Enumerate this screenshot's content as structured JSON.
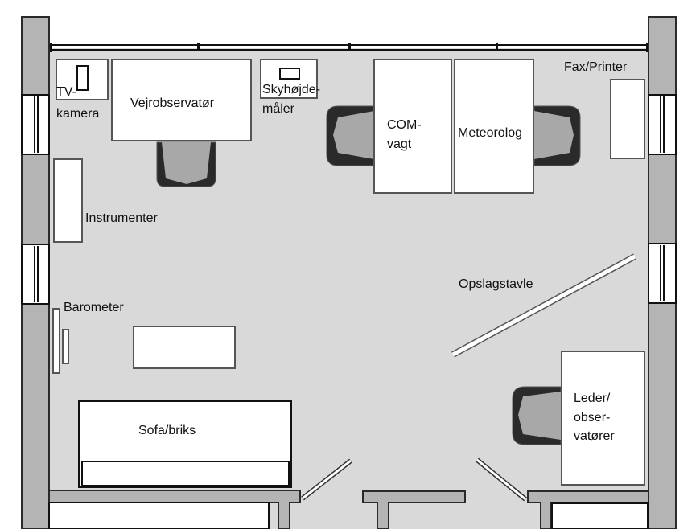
{
  "diagram": {
    "type": "floor-plan",
    "colors": {
      "floor": "#d9d9d9",
      "wall": "#b4b4b4",
      "furniture": "#ffffff",
      "chair_frame": "#2a2a2a",
      "chair_seat": "#a8a8a8",
      "outline": "#2a2a2a"
    },
    "labels": {
      "tv_camera_line1": "TV-",
      "tv_camera_line2": "kamera",
      "road_observer": "Vejrobservatør",
      "ceilometer_line1": "Skyhøjde-",
      "ceilometer_line2": "måler",
      "com_line1": "COM-",
      "com_line2": "vagt",
      "meteorologist": "Meteorolog",
      "fax_printer": "Fax/Printer",
      "instruments": "Instrumenter",
      "barometer": "Barometer",
      "notice_board": "Opslagstavle",
      "sofa": "Sofa/briks",
      "leader_line1": "Leder/",
      "leader_line2": "obser-",
      "leader_line3": "vatører"
    }
  }
}
